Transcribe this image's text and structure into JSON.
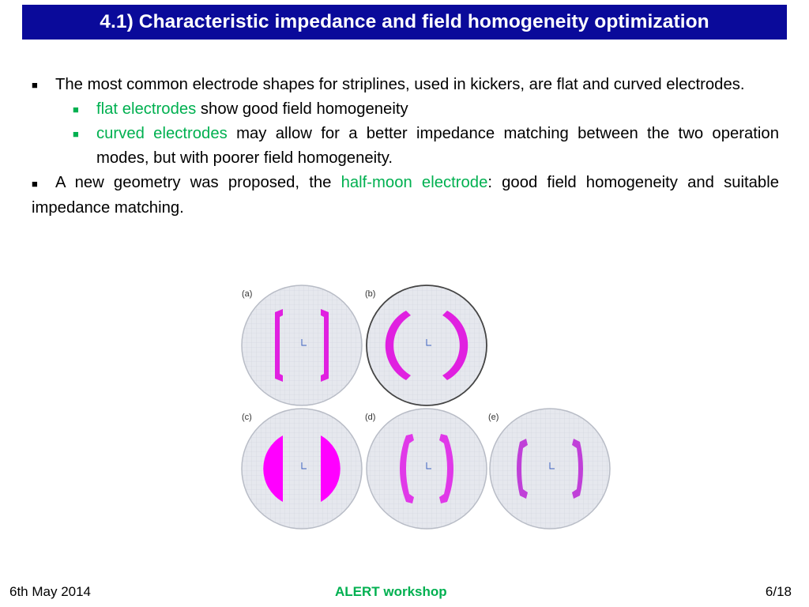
{
  "slide": {
    "title": "4.1) Characteristic impedance and field homogeneity optimization"
  },
  "bullets": {
    "b1": "The most common electrode shapes for striplines, used in kickers, are flat and curved electrodes.",
    "b1a_highlight": "flat electrodes",
    "b1a_rest": " show good field homogeneity",
    "b1b_highlight": "curved electrodes",
    "b1b_rest": " may allow for a better impedance matching between the two operation modes, but with poorer field homogeneity.",
    "b2_pre": "A new geometry was proposed, the ",
    "b2_highlight": "half-moon electrode",
    "b2_post": ": good field homogeneity and suitable impedance matching."
  },
  "figure": {
    "panel_labels": [
      "(a)",
      "(b)",
      "(c)",
      "(d)",
      "(e)"
    ]
  },
  "footer": {
    "date": "6th May 2014",
    "event": "ALERT workshop",
    "page": "6/18"
  },
  "colors": {
    "title_bg": "#0a0a9a",
    "highlight_green": "#00b050",
    "electrode_magenta": "#e020e0",
    "electrode_bright": "#ff00ff"
  }
}
